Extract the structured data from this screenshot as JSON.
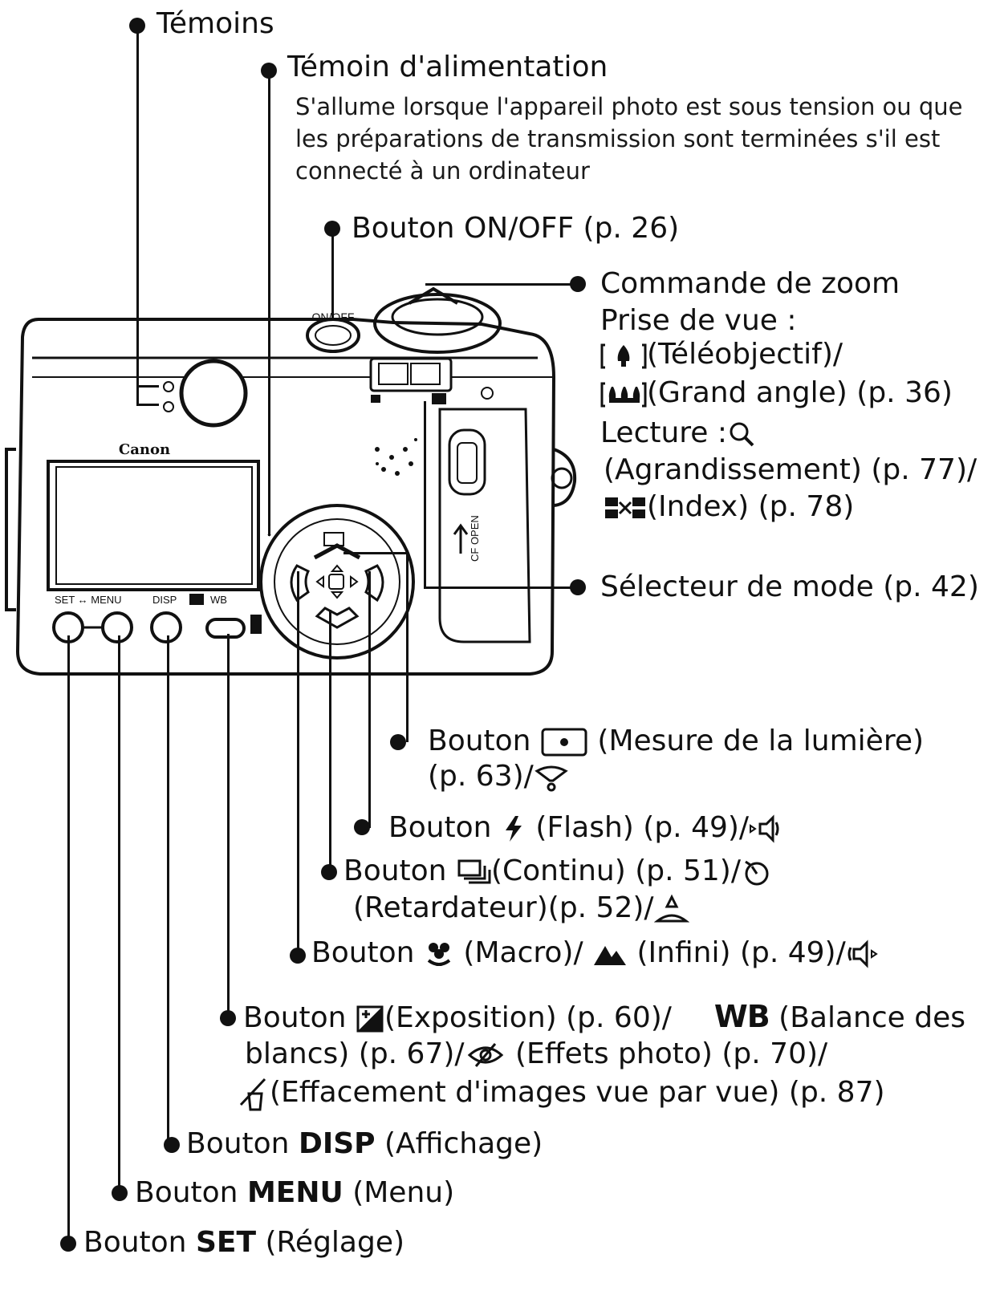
{
  "camera": {
    "brand": "Canon",
    "on_off_label": "ON/OFF",
    "set_menu_label": "SET ↔ MENU",
    "disp_label": "DISP",
    "wb_label": "WB",
    "cf_open_label": "CF OPEN"
  },
  "labels": {
    "temoins": "Témoins",
    "power_light": {
      "title": "Témoin d'alimentation",
      "description": "S'allume lorsque l'appareil photo est sous tension ou que les préparations de transmission sont terminées s'il est connecté à un ordinateur"
    },
    "on_off": "Bouton ON/OFF (p.  26)",
    "zoom": {
      "title": "Commande de zoom",
      "shooting": "Prise de vue  :",
      "tele": "(Téléobjectif)/",
      "wide": "(Grand angle) (p. 36)",
      "playback": "Lecture  :",
      "enlarge": "(Agrandissement) (p.  77)/",
      "index": "(Index) (p.  78)"
    },
    "mode_selector": "Sélecteur de mode (p.  42)",
    "metering": {
      "line1_prefix": "Bouton",
      "line1_suffix": "(Mesure de la lumière)",
      "line2": "(p.  63)/"
    },
    "flash": {
      "prefix": "Bouton",
      "suffix": "(Flash)  (p. 49)/"
    },
    "continuous": {
      "prefix": "Bouton",
      "suffix": "(Continu)  (p. 51)/",
      "line2": "(Retardateur)(p. 52)/"
    },
    "macro": {
      "prefix": "Bouton",
      "macro": "(Macro)/",
      "infinity": "(Infini)  (p. 49)/"
    },
    "exposure": {
      "prefix": "Bouton",
      "exposure": "(Exposition) (p. 60)/",
      "wb": "WB",
      "wb_text": "(Balance des",
      "line2_a": "blancs)  (p. 67)/",
      "line2_b": "(Effets photo)  (p. 70)/",
      "line3": "(Effacement d'images vue par vue) (p. 87)"
    },
    "disp": {
      "prefix": "Bouton",
      "key": "DISP",
      "suffix": "(Affichage)"
    },
    "menu": {
      "prefix": "Bouton",
      "key": "MENU",
      "suffix": "(Menu)"
    },
    "set": {
      "prefix": "Bouton",
      "key": "SET",
      "suffix": "(Réglage)"
    }
  }
}
